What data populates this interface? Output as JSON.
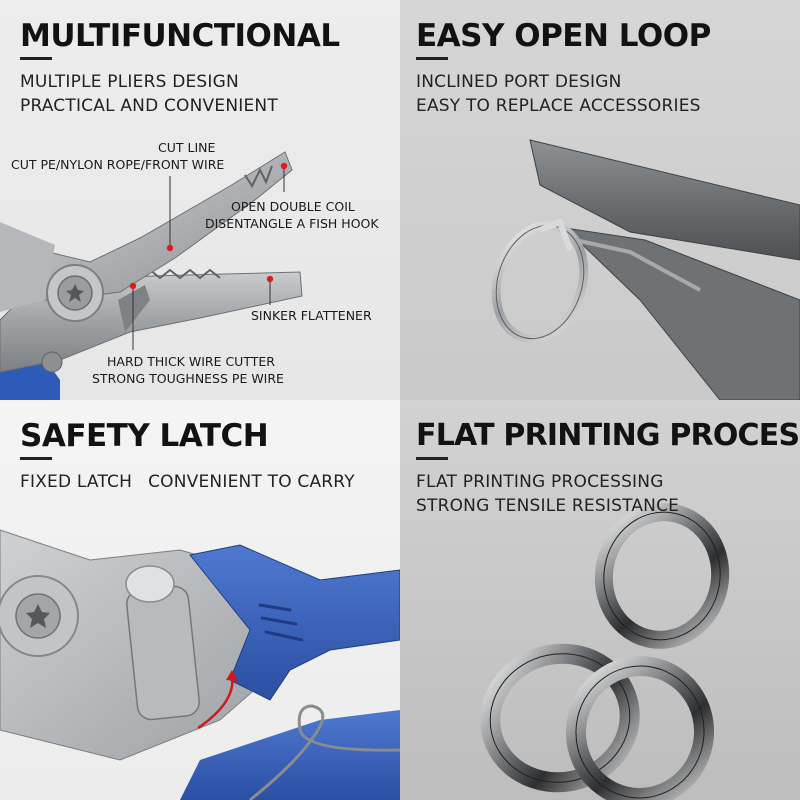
{
  "panels": [
    {
      "title": "MULTIFUNCTIONAL",
      "subtitle": [
        "MULTIPLE PLIERS DESIGN",
        "PRACTICAL AND CONVENIENT"
      ],
      "callouts": {
        "cut_line_title": "CUT LINE",
        "cut_line_desc": "CUT PE/NYLON ROPE/FRONT WIRE",
        "coil_title": "OPEN DOUBLE COIL",
        "coil_desc": "DISENTANGLE A FISH HOOK",
        "sinker": "SINKER FLATTENER",
        "cutter_title": "HARD THICK WIRE CUTTER",
        "cutter_desc": "STRONG TOUGHNESS PE WIRE"
      }
    },
    {
      "title": "EASY OPEN LOOP",
      "subtitle": [
        "INCLINED PORT DESIGN",
        "EASY TO REPLACE ACCESSORIES"
      ]
    },
    {
      "title": "SAFETY LATCH",
      "subtitle": [
        "FIXED LATCH",
        "CONVENIENT TO CARRY"
      ]
    },
    {
      "title": "FLAT PRINTING PROCESS",
      "subtitle": [
        "FLAT PRINTING PROCESSING",
        "STRONG TENSILE RESISTANCE"
      ]
    }
  ],
  "colors": {
    "accent_dot": "#e0191e",
    "handle_blue": "#3a5fb4",
    "steel": "#a9abae"
  }
}
